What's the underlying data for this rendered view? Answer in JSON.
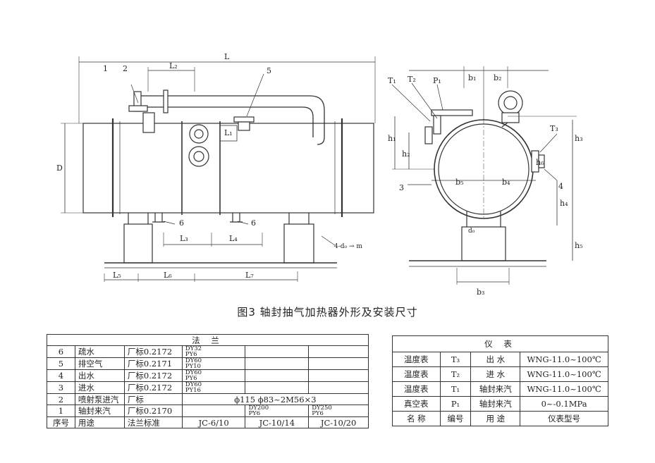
{
  "drawing": {
    "side_labels": {
      "L": "L",
      "L2": "L₂",
      "L1": "L₁",
      "L3": "L₃",
      "L4": "L₄",
      "L5": "L₅",
      "L6": "L₆",
      "L7": "L₇",
      "D": "D",
      "n1": "1",
      "n2": "2",
      "n5": "5",
      "n6a": "6",
      "n6b": "6",
      "hole": "4-d₀ → m"
    },
    "end_labels": {
      "T1": "T₁",
      "T2": "T₂",
      "P1": "P₁",
      "T3": "T₃",
      "b1": "b₁",
      "b2": "b₂",
      "b3": "b₃",
      "b4": "b₄",
      "b5": "b₅",
      "n3": "3",
      "n4": "4",
      "h1": "h₁",
      "h2": "h₂",
      "h3": "h₃",
      "h4": "h₄",
      "h5": "h₅",
      "h6": "h₆",
      "d0": "d₀"
    }
  },
  "caption": "图3  轴封抽气加热器外形及安装尺寸",
  "flange_table": {
    "title": "法      兰",
    "rows": [
      {
        "no": "6",
        "use": "疏水",
        "std": "厂标0.2172",
        "dy_top": "DY32",
        "dy_bot": "PY6",
        "c2": "",
        "c3": ""
      },
      {
        "no": "5",
        "use": "排空气",
        "std": "厂标0.2171",
        "dy_top": "DY60",
        "dy_bot": "PY10",
        "c2": "",
        "c3": ""
      },
      {
        "no": "4",
        "use": "出水",
        "std": "厂标0.2172",
        "dy_top": "DY60",
        "dy_bot": "PY6",
        "c2": "",
        "c3": ""
      },
      {
        "no": "3",
        "use": "进水",
        "std": "厂标0.2172",
        "dy_top": "DY60",
        "dy_bot": "PY16",
        "c2": "",
        "c3": ""
      }
    ],
    "row2": {
      "no": "2",
      "use": "喷射泵进汽",
      "std": "厂标",
      "spec": "ϕ115   ϕ83~2M56×3"
    },
    "row1": {
      "no": "1",
      "use": "轴封来汽",
      "std": "厂标0.2170",
      "dy2_top": "DY200",
      "dy2_bot": "PY6",
      "dy3_top": "DY250",
      "dy3_bot": "PY6"
    },
    "header": {
      "no": "序号",
      "use": "用途",
      "std": "法兰标准",
      "c1": "JC-6/10",
      "c2": "JC-10/14",
      "c3": "JC-10/20"
    }
  },
  "instrument_table": {
    "title": "仪      表",
    "rows": [
      {
        "name": "温度表",
        "code": "T₃",
        "use": "出  水",
        "model": "WNG-11.0~100℃"
      },
      {
        "name": "温度表",
        "code": "T₂",
        "use": "进  水",
        "model": "WNG-11.0~100℃"
      },
      {
        "name": "温度表",
        "code": "T₁",
        "use": "轴封来汽",
        "model": "WNG-11.0~100℃"
      },
      {
        "name": "真空表",
        "code": "P₁",
        "use": "轴封来汽",
        "model": "0~-0.1MPa"
      }
    ],
    "header": {
      "name": "名  称",
      "code": "编号",
      "use": "用  途",
      "model": "仪表型号"
    }
  }
}
